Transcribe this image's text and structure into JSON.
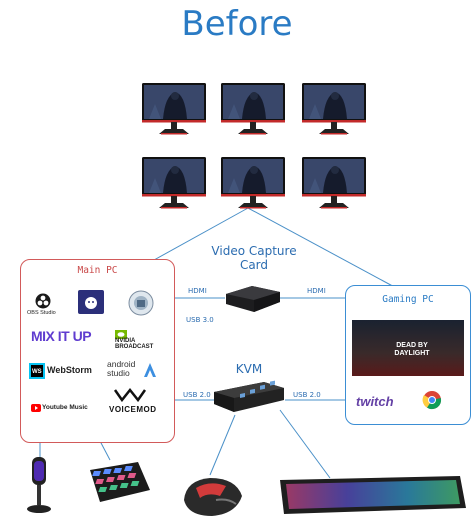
{
  "title": "Before",
  "video_capture_card": "Video Capture\nCard",
  "kvm": "KVM",
  "connections": {
    "hdmi_left": "HDMI",
    "hdmi_right": "HDMI",
    "usb30": "USB 3.0",
    "usb20_left": "USB 2.0",
    "usb20_right": "USB 2.0"
  },
  "main_pc": {
    "title": "Main PC",
    "apps": [
      "OBS Studio",
      "MIX IT UP",
      "NVIDIA BROADCAST",
      "WebStorm",
      "android studio",
      "Youtube Music",
      "VOICEMOD"
    ]
  },
  "gaming_pc": {
    "title": "Gaming PC",
    "game_title": "DEAD BY DAYLIGHT",
    "apps": [
      "twitch"
    ]
  },
  "colors": {
    "title": "#2a7bc4",
    "main_border": "#d25a5a",
    "gaming_border": "#3b8ed4",
    "line": "#4a90c8"
  }
}
